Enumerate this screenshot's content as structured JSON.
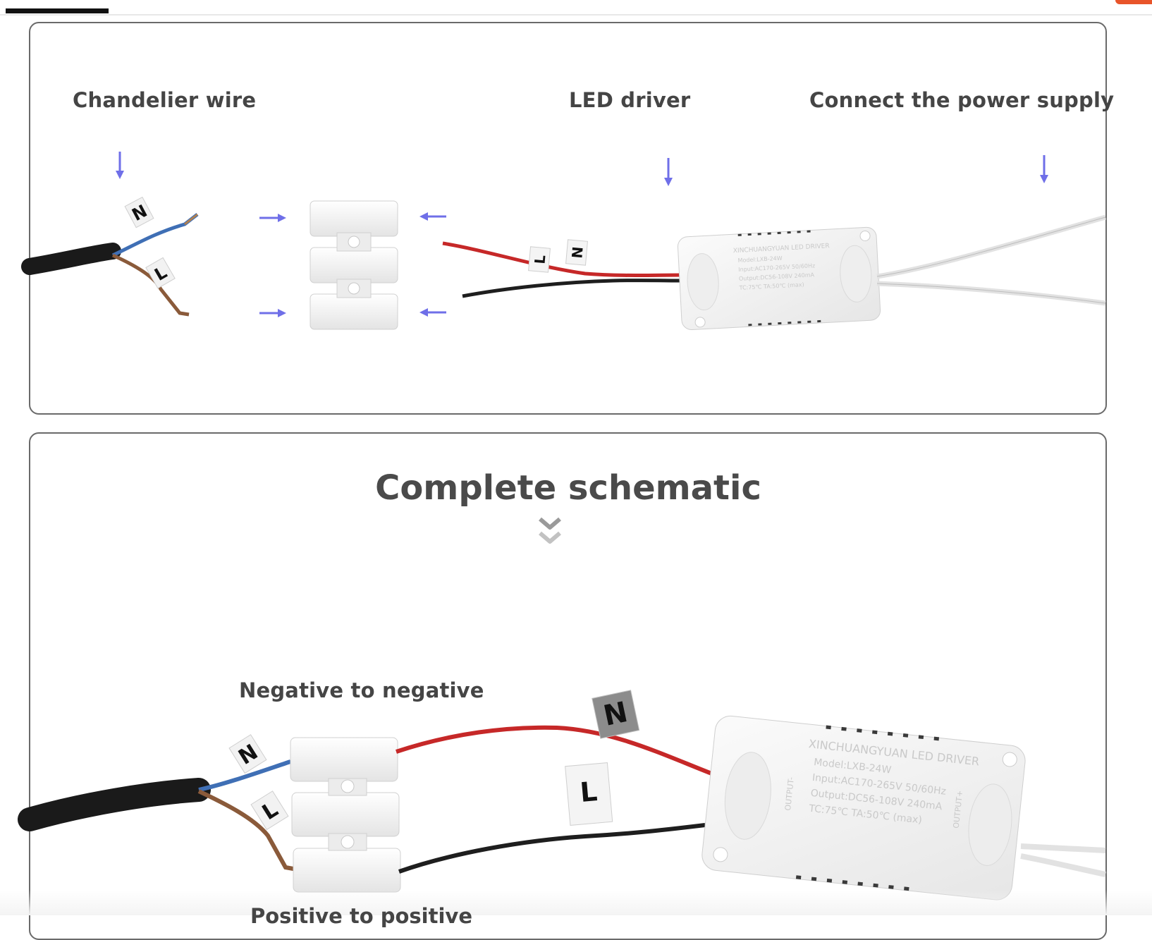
{
  "labels": {
    "chandelier_wire": "Chandelier wire",
    "led_driver": "LED driver",
    "connect_power": "Connect the power supply",
    "complete_schematic": "Complete schematic",
    "negative_to_negative": "Negative to negative",
    "positive_to_positive_partial": "Positive to positive"
  },
  "wire_tags": {
    "neutral": "N",
    "live": "L"
  },
  "driver_label": {
    "brand": "XINCHUANGYUAN LED DRIVER",
    "model": "Model:LXB-24W",
    "input": "Input:AC170-265V 50/60Hz",
    "output": "Output:DC56-108V 240mA",
    "temps": "TC:75℃ TA:50℃ (max)",
    "output_minus": "OUTPUT-",
    "output_plus": "OUTPUT+"
  },
  "colors": {
    "arrow": "#6f6fe8",
    "panel_border": "#6a6a6a",
    "label_text": "#454545",
    "red_wire": "#c62828",
    "black_wire": "#1e1e1e",
    "blue_wire": "#3f6fb5",
    "brown_wire": "#8a5a3a",
    "accent_badge": "#e8542a"
  }
}
